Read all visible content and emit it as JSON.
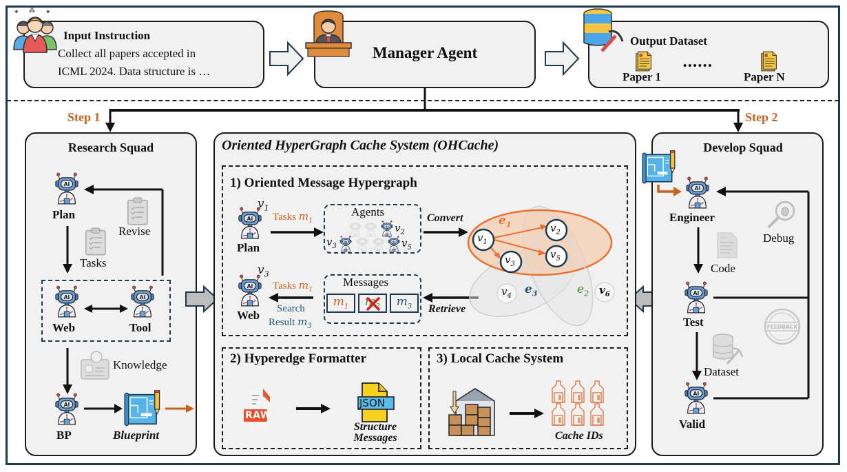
{
  "top": {
    "input": {
      "title": "Input Instruction",
      "line1": "Collect all papers accepted in",
      "line2": "ICML 2024. Data structure is …"
    },
    "manager": {
      "title": "Manager Agent"
    },
    "output": {
      "title": "Output Dataset",
      "paper_first": "Paper 1",
      "ellipsis": "••••••",
      "paper_last": "Paper N"
    }
  },
  "steps": {
    "step1": "Step 1",
    "step2": "Step 2"
  },
  "research": {
    "title": "Research Squad",
    "plan": "Plan",
    "revise": "Revise",
    "tasks": "Tasks",
    "web": "Web",
    "tool": "Tool",
    "knowledge": "Knowledge",
    "bp": "BP",
    "blueprint": "Blueprint"
  },
  "ohcache": {
    "title": "Oriented HyperGraph Cache System (OHCache)",
    "section1": {
      "title": "1) Oriented Message Hypergraph",
      "plan_label": "Plan",
      "plan_vertex": "v",
      "plan_vertex_sub": "1",
      "tasks_label": "Tasks ",
      "tasks_m": "m",
      "tasks_sub": "1",
      "agents_title": "Agents",
      "agent_v2": "v",
      "agent_v2_sub": "2",
      "agent_v3": "v",
      "agent_v3_sub": "3",
      "agent_v5": "v",
      "agent_v5_sub": "5",
      "convert": "Convert",
      "retrieve": "Retrieve",
      "web_label": "Web",
      "web_vertex": "v",
      "web_vertex_sub": "3",
      "tasks2_label": "Tasks ",
      "search_label": "Search",
      "result_label": "Result ",
      "result_sub": "3",
      "messages_title": "Messages",
      "messages": [
        {
          "m": "m",
          "sub": "1",
          "color": "#c8621f",
          "crossed": false
        },
        {
          "m": "m",
          "sub": "2",
          "color": "#3b8a2a",
          "crossed": true
        },
        {
          "m": "m",
          "sub": "3",
          "color": "#1f5a73",
          "crossed": false
        }
      ],
      "hypergraph": {
        "edges": [
          {
            "label": "e",
            "sub": "1",
            "color": "#e8722f",
            "active": true
          },
          {
            "label": "e",
            "sub": "2",
            "color": "#3b8a2a",
            "active": false
          },
          {
            "label": "e",
            "sub": "3",
            "color": "#1f5a73",
            "active": false
          }
        ],
        "vertices": [
          "v1",
          "v2",
          "v3",
          "v4",
          "v5",
          "v6"
        ],
        "v_labels": {
          "v1": "1",
          "v2": "2",
          "v3": "3",
          "v4": "4",
          "v5": "5",
          "v6": "6"
        }
      }
    },
    "section2": {
      "title": "2) Hyperedge Formatter",
      "raw": "RAW",
      "json": "JSON",
      "caption1": "Structure",
      "caption2": "Messages"
    },
    "section3": {
      "title": "3) Local Cache System",
      "caption": "Cache IDs"
    }
  },
  "develop": {
    "title": "Develop Squad",
    "engineer": "Engineer",
    "debug": "Debug",
    "code": "Code",
    "test": "Test",
    "feedback": "FEEDBACK",
    "dataset": "Dataset",
    "valid": "Valid"
  },
  "icons": {
    "robot": "robot-ai-icon",
    "users": "users-group-icon",
    "manager": "manager-desk-icon",
    "database": "database-mining-icon",
    "paper": "document-icon",
    "clipboard": "clipboard-icon",
    "blueprint": "blueprint-icon",
    "raw": "raw-file-icon",
    "json": "json-file-icon",
    "warehouse": "warehouse-icon",
    "cache": "cache-box-icon"
  },
  "colors": {
    "accent_orange": "#c8621f",
    "teal": "#1f5a73",
    "green": "#3b8a2a",
    "frame": "#1d3a4c",
    "panel": "#f1f1f1"
  }
}
